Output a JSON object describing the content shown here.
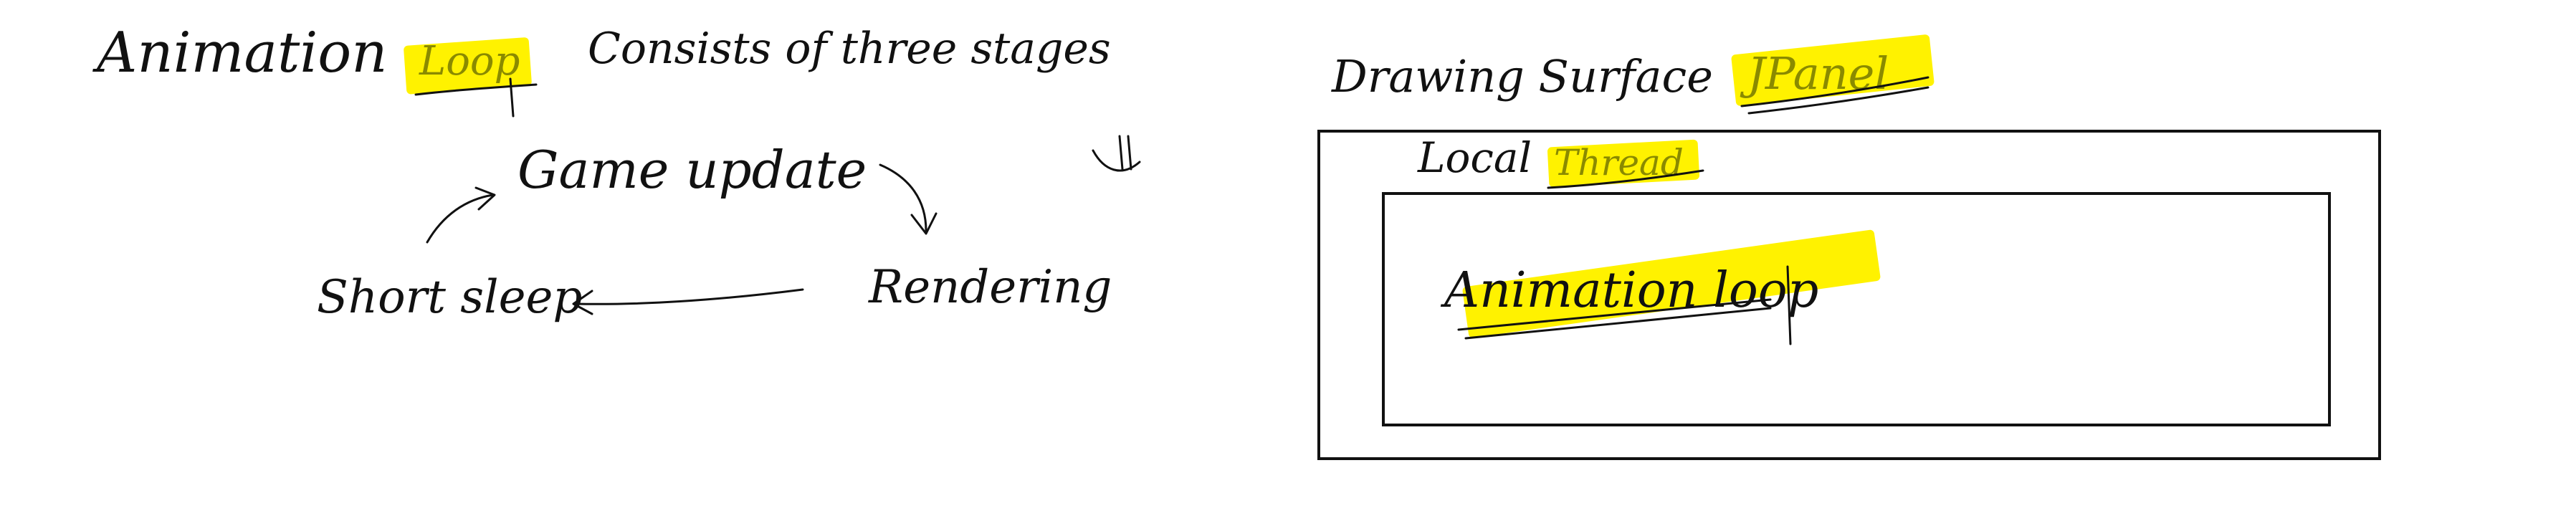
{
  "left": {
    "heading_part1": "Animation",
    "heading_highlight": "Loop",
    "heading_part2": "Consists of three stages",
    "stage_game_update": "Game update",
    "stage_rendering": "Rendering",
    "stage_short_sleep": "Short sleep"
  },
  "right": {
    "label_part1": "Drawing Surface",
    "label_highlight": "JPanel",
    "outer_label_part1": "Local",
    "outer_label_highlight": "Thread",
    "inner_label": "Animation loop"
  },
  "colors": {
    "ink": "#111111",
    "highlight": "#fff200",
    "background": "#ffffff"
  }
}
